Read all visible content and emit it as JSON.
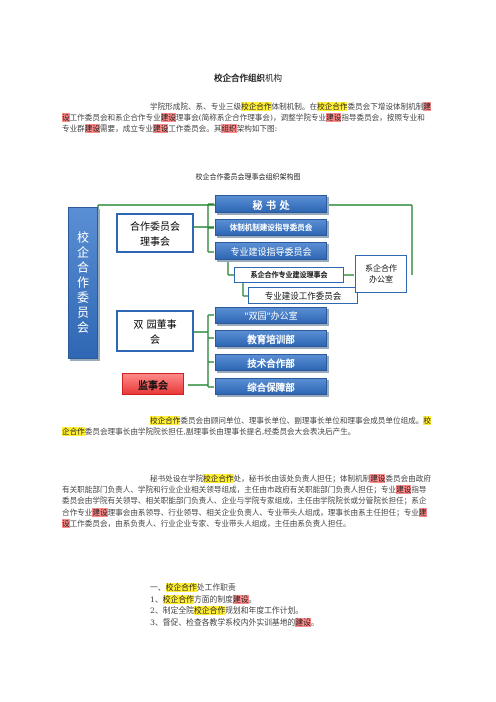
{
  "doc": {
    "title_bold": "校企合作组织",
    "title_rest": "机构",
    "p1": [
      {
        "t": "学院形成院、系、专业三级",
        "h": ""
      },
      {
        "t": "校企合作",
        "h": "y"
      },
      {
        "t": "体制机制。在",
        "h": ""
      },
      {
        "t": "校企合作",
        "h": "y"
      },
      {
        "t": "委员会下增设体制机制",
        "h": ""
      },
      {
        "t": "建设",
        "h": "r"
      },
      {
        "t": "工作委员会和系企合作专业",
        "h": ""
      },
      {
        "t": "建设",
        "h": "r"
      },
      {
        "t": "理事会(简称系企合作理事会)，调整学院专业",
        "h": ""
      },
      {
        "t": "建设",
        "h": "r"
      },
      {
        "t": "指导委员会，按照专业和专业群",
        "h": ""
      },
      {
        "t": "建设",
        "h": "r"
      },
      {
        "t": "需要，成立专业",
        "h": ""
      },
      {
        "t": "建设",
        "h": "r"
      },
      {
        "t": "工作委员会。其",
        "h": ""
      },
      {
        "t": "组织",
        "h": "r"
      },
      {
        "t": "架构如下图:",
        "h": ""
      }
    ],
    "diagram_title": "校企合作委员会理事会组织架构图",
    "p2": [
      {
        "t": "校企合作",
        "h": "y"
      },
      {
        "t": "委员会由顾问单位、理事长单位、副理事长单位和理事会成员单位组成。",
        "h": ""
      },
      {
        "t": "校企合作",
        "h": "y"
      },
      {
        "t": "委员会理事长由学院院长担任,副理事长由理事长提名,经委员会大会表决后产生。",
        "h": ""
      }
    ],
    "p3": [
      {
        "t": "秘书处设在学院",
        "h": ""
      },
      {
        "t": "校企合作",
        "h": "y"
      },
      {
        "t": "处，秘书长由该处负责人担任；体制机制",
        "h": ""
      },
      {
        "t": "建设",
        "h": "r"
      },
      {
        "t": "委员会由政府有关职能部门负责人、学院和行业企业相关领导组成，主任由市政府有关职能部门负责人担任；专业",
        "h": ""
      },
      {
        "t": "建设",
        "h": "r"
      },
      {
        "t": "指导委员会由学院有关领导、相关职能部门负责人、企业与学院专家组成，主任由学院院长或分管院长担任；系企合作专业",
        "h": ""
      },
      {
        "t": "建设",
        "h": "r"
      },
      {
        "t": "理事会由系领导、行业领导、相关企业负责人、专业带头人组成，理事长由系主任担任；专业",
        "h": ""
      },
      {
        "t": "建设",
        "h": "r"
      },
      {
        "t": "工作委员会，由系负责人、行业企业专家、专业带头人组成，主任由系负责人担任。",
        "h": ""
      }
    ],
    "list": [
      [
        {
          "t": "一、",
          "h": ""
        },
        {
          "t": "校企合作",
          "h": "y"
        },
        {
          "t": "处工作职责",
          "h": ""
        }
      ],
      [
        {
          "t": "1、",
          "h": ""
        },
        {
          "t": "校企合作",
          "h": "y"
        },
        {
          "t": "方面的制度",
          "h": ""
        },
        {
          "t": "建设",
          "h": "r"
        },
        {
          "t": "。",
          "h": ""
        }
      ],
      [
        {
          "t": "2、制定全院",
          "h": ""
        },
        {
          "t": "校企合作",
          "h": "y"
        },
        {
          "t": "规划和年度工作计划。",
          "h": ""
        }
      ],
      [
        {
          "t": "3、督促、检查各教学系校内外实训基地的",
          "h": ""
        },
        {
          "t": "建设",
          "h": "r"
        },
        {
          "t": "。",
          "h": ""
        }
      ]
    ]
  },
  "diagram": {
    "left_vertical": "校企合作委员会",
    "council": "合作委员会理事会",
    "board": "双  园董事会",
    "supervisory": "监事会",
    "secretariat": "秘  书  处",
    "mechanism": "体制机制建设指导委员会",
    "major_guide": "专业建设指导委员会",
    "dept_council": "系企合作专业建设理事会",
    "major_work": "专业建设工作委员会",
    "dept_office": "系企合作办公室",
    "shuangyuan": "\"双园\"办公室",
    "edu_training": "教育培训部",
    "tech_coop": "技术合作部",
    "support": "综合保障部"
  }
}
